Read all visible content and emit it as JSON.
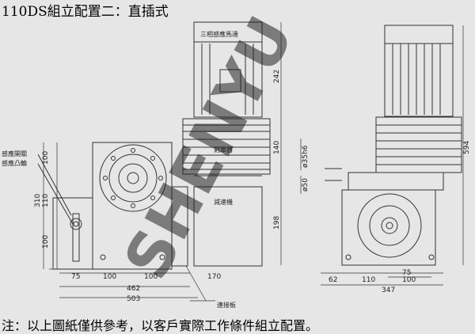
{
  "title": "110DS組立配置二：直插式",
  "note": "注：以上圖紙僅供參考，以客戶實際工作條件組立配置。",
  "labels": {
    "motor": "三相感應馬達",
    "brake": "剎車器",
    "reducer": "減速機",
    "connector": "連接板",
    "sensor_switch": "感應開關",
    "sensor_cam": "感應凸輪"
  },
  "dimensions": {
    "d100a": "100",
    "d310": "310",
    "d110": "110",
    "d100b": "100",
    "d75": "75",
    "d100c": "100",
    "d100d": "100",
    "d170": "170",
    "d462": "462",
    "d503": "503",
    "d242": "242",
    "d140": "140",
    "d198": "198",
    "d35": "ø35h6",
    "d50": "ø50",
    "d594": "594",
    "d62": "62",
    "d110b": "110",
    "d75b": "75",
    "d100e": "100",
    "d347": "347"
  },
  "watermark": "SHENYU",
  "colors": {
    "line": "#333333",
    "background": "#e6e6e6",
    "watermark": "#e8cf85"
  }
}
